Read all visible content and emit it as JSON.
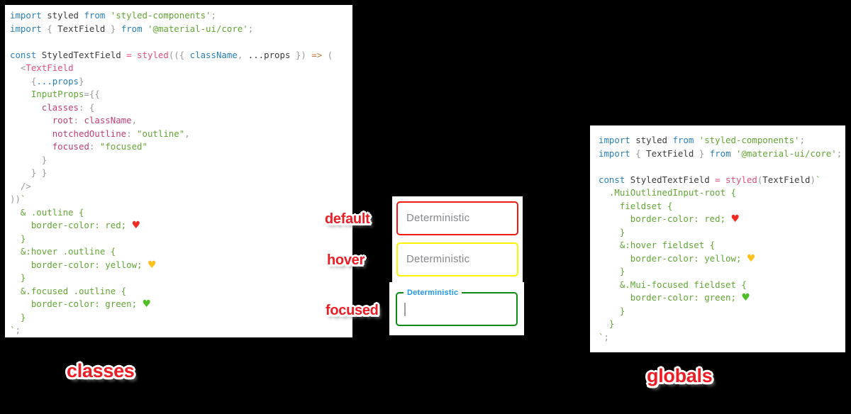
{
  "colors": {
    "background": "#000000",
    "panel": "#ffffff",
    "keyword_blue": "#2b80b9",
    "string_green": "#63a535",
    "pink": "#e34e7c",
    "property_magenta": "#c13e78",
    "punctuation_gray": "#9a9a9a",
    "arrow_orange": "#c07a36",
    "sticker_red": "#ee1c25",
    "placeholder_gray": "#87898c",
    "focused_label_blue": "#2196f3",
    "heart_red": "#ef2b24",
    "heart_yellow": "#fcc21b",
    "heart_green": "#4fbf26"
  },
  "left_code": {
    "caption": "classes",
    "lines": [
      [
        [
          "kw",
          "import"
        ],
        [
          "pl",
          " styled "
        ],
        [
          "kw",
          "from"
        ],
        [
          "st",
          " 'styled-components'"
        ],
        [
          "pu",
          ";"
        ]
      ],
      [
        [
          "kw",
          "import"
        ],
        [
          "pu",
          " { "
        ],
        [
          "pl",
          "TextField"
        ],
        [
          "pu",
          " } "
        ],
        [
          "kw",
          "from"
        ],
        [
          "st",
          " '@material-ui/core'"
        ],
        [
          "pu",
          ";"
        ]
      ],
      [],
      [
        [
          "kw",
          "const"
        ],
        [
          "pl",
          " StyledTextField "
        ],
        [
          "pk",
          "= styled"
        ],
        [
          "pu",
          "(({ "
        ],
        [
          "kw",
          "className"
        ],
        [
          "pu",
          ", "
        ],
        [
          "pl",
          "...props"
        ],
        [
          "pu",
          " }) "
        ],
        [
          "ar",
          "=>"
        ],
        [
          "pu",
          " ("
        ]
      ],
      [
        [
          "pu",
          "  <"
        ],
        [
          "pk",
          "TextField"
        ]
      ],
      [
        [
          "pu",
          "    {"
        ],
        [
          "kw",
          "...props"
        ],
        [
          "pu",
          "}"
        ]
      ],
      [
        [
          "pu",
          "    "
        ],
        [
          "st",
          "InputProps"
        ],
        [
          "pu",
          "={{"
        ]
      ],
      [
        [
          "pu",
          "      "
        ],
        [
          "pr",
          "classes"
        ],
        [
          "pu",
          ": {"
        ]
      ],
      [
        [
          "pu",
          "        "
        ],
        [
          "pr",
          "root"
        ],
        [
          "pu",
          ": "
        ],
        [
          "pr",
          "className"
        ],
        [
          "pu",
          ","
        ]
      ],
      [
        [
          "pu",
          "        "
        ],
        [
          "pr",
          "notchedOutline"
        ],
        [
          "pu",
          ": "
        ],
        [
          "st",
          "\"outline\""
        ],
        [
          "pu",
          ","
        ]
      ],
      [
        [
          "pu",
          "        "
        ],
        [
          "pr",
          "focused"
        ],
        [
          "pu",
          ": "
        ],
        [
          "st",
          "\"focused\""
        ]
      ],
      [
        [
          "pu",
          "      }"
        ]
      ],
      [
        [
          "pu",
          "    } }"
        ]
      ],
      [
        [
          "pu",
          "  />"
        ]
      ],
      [
        [
          "pu",
          "))"
        ],
        [
          "st",
          "`"
        ]
      ],
      [
        [
          "st",
          "  & .outline {"
        ]
      ],
      [
        [
          "st",
          "    border-color: red; "
        ],
        [
          "hr",
          "♥"
        ]
      ],
      [
        [
          "st",
          "  }"
        ]
      ],
      [
        [
          "st",
          "  &:hover .outline {"
        ]
      ],
      [
        [
          "st",
          "    border-color: yellow; "
        ],
        [
          "hy",
          "♥"
        ]
      ],
      [
        [
          "st",
          "  }"
        ]
      ],
      [
        [
          "st",
          "  &.focused .outline {"
        ]
      ],
      [
        [
          "st",
          "    border-color: green; "
        ],
        [
          "hg",
          "♥"
        ]
      ],
      [
        [
          "st",
          "  }"
        ]
      ],
      [
        [
          "st",
          "`"
        ],
        [
          "pu",
          ";"
        ]
      ]
    ]
  },
  "right_code": {
    "caption": "globals",
    "lines": [
      [
        [
          "kw",
          "import"
        ],
        [
          "pl",
          " styled "
        ],
        [
          "kw",
          "from"
        ],
        [
          "st",
          " 'styled-components'"
        ],
        [
          "pu",
          ";"
        ]
      ],
      [
        [
          "kw",
          "import"
        ],
        [
          "pu",
          " { "
        ],
        [
          "pl",
          "TextField"
        ],
        [
          "pu",
          " } "
        ],
        [
          "kw",
          "from"
        ],
        [
          "st",
          " '@material-ui/core'"
        ],
        [
          "pu",
          ";"
        ]
      ],
      [],
      [
        [
          "kw",
          "const"
        ],
        [
          "pl",
          " StyledTextField "
        ],
        [
          "pk",
          "= styled"
        ],
        [
          "pu",
          "("
        ],
        [
          "pl",
          "TextField"
        ],
        [
          "pu",
          ")"
        ],
        [
          "st",
          "`"
        ]
      ],
      [
        [
          "st",
          "  .MuiOutlinedInput-root {"
        ]
      ],
      [
        [
          "st",
          "    fieldset {"
        ]
      ],
      [
        [
          "st",
          "      border-color: red; "
        ],
        [
          "hr",
          "♥"
        ]
      ],
      [
        [
          "st",
          "    }"
        ]
      ],
      [
        [
          "st",
          "    &:hover fieldset {"
        ]
      ],
      [
        [
          "st",
          "      border-color: yellow; "
        ],
        [
          "hy",
          "♥"
        ]
      ],
      [
        [
          "st",
          "    }"
        ]
      ],
      [
        [
          "st",
          "    &.Mui-focused fieldset {"
        ]
      ],
      [
        [
          "st",
          "      border-color: green; "
        ],
        [
          "hg",
          "♥"
        ]
      ],
      [
        [
          "st",
          "    }"
        ]
      ],
      [
        [
          "st",
          "  }"
        ]
      ],
      [
        [
          "st",
          "`"
        ],
        [
          "pu",
          ";"
        ]
      ]
    ]
  },
  "demo": {
    "states": [
      {
        "label": "default",
        "field_text": "Deterministic",
        "border_color": "#f51a10"
      },
      {
        "label": "hover",
        "field_text": "Deterministic",
        "border_color": "#fdf403"
      },
      {
        "label": "focused",
        "field_text": "Deterministic",
        "border_color": "#0d8b12"
      }
    ]
  }
}
